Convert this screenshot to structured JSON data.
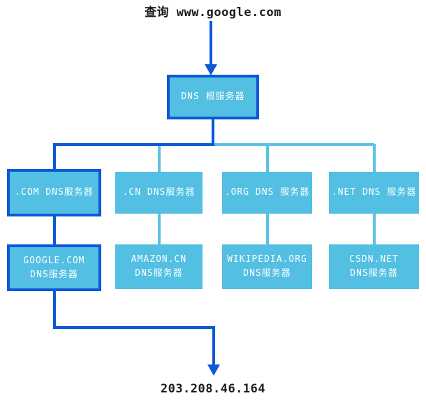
{
  "diagram": {
    "query_label": "查询 www.google.com",
    "result_ip": "203.208.46.164",
    "colors": {
      "highlight_path": "#0b58d8",
      "node_fill": "#52bfe3",
      "connector_light": "#5bc3e6",
      "node_text": "#ffffff",
      "caption_text": "#1c1c1c"
    },
    "nodes": {
      "root": {
        "label": "DNS 根服务器",
        "highlighted": true
      },
      "tld": [
        {
          "label": ".COM DNS服务器",
          "highlighted": true
        },
        {
          "label": ".CN DNS服务器",
          "highlighted": false
        },
        {
          "label": ".ORG DNS 服务器",
          "highlighted": false
        },
        {
          "label": ".NET DNS 服务器",
          "highlighted": false
        }
      ],
      "authoritative": [
        {
          "line1": "GOOGLE.COM",
          "line2": "DNS服务器",
          "highlighted": true
        },
        {
          "line1": "AMAZON.CN",
          "line2": "DNS服务器",
          "highlighted": false
        },
        {
          "line1": "WIKIPEDIA.ORG",
          "line2": "DNS服务器",
          "highlighted": false
        },
        {
          "line1": "CSDN.NET",
          "line2": "DNS服务器",
          "highlighted": false
        }
      ]
    }
  }
}
